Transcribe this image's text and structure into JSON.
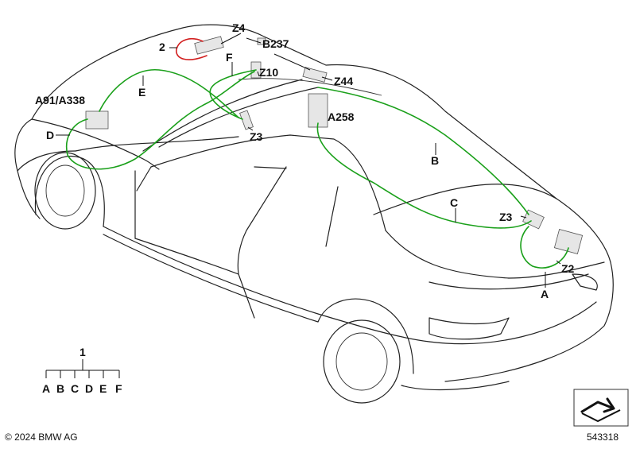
{
  "labels": {
    "z4": "Z4",
    "b237": "B237",
    "n2": "2",
    "f": "F",
    "z10": "Z10",
    "z44": "Z44",
    "e": "E",
    "a91_a338": "A91/A338",
    "d": "D",
    "z3_front": "Z3",
    "a258": "A258",
    "b": "B",
    "c": "C",
    "z3_rear": "Z3",
    "z2": "Z2",
    "a": "A"
  },
  "tree": {
    "root": "1",
    "leaves": [
      "A",
      "B",
      "C",
      "D",
      "E",
      "F"
    ]
  },
  "footer": {
    "copyright": "© 2024 BMW AG",
    "image_number": "543318"
  },
  "colors": {
    "harness_green": "#1aa01a",
    "harness_red": "#d21f1f",
    "outline": "#222222"
  }
}
